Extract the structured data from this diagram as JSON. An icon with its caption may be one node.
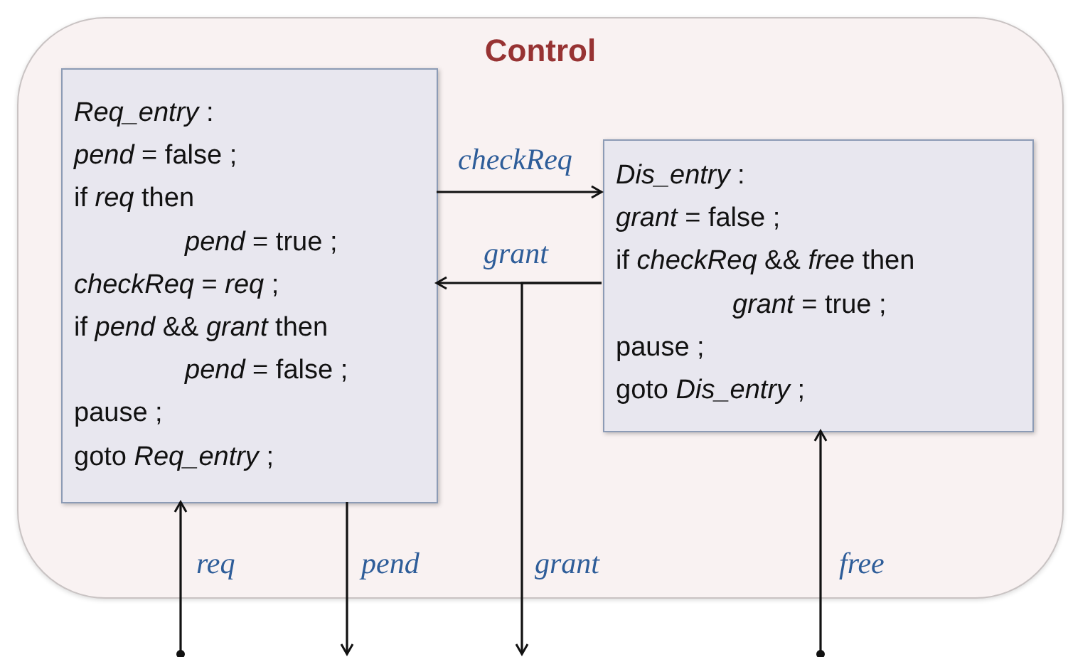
{
  "diagram": {
    "nodes": [
      {
        "text": [
          "Control"
        ]
      },
      {
        "text": [
          "*Req_entry* :",
          "*pend* = false ;",
          "if *req* then",
          "*pend* = true ;",
          "*checkReq*  = *req* ;",
          "if *pend*  && *grant*  then",
          "*pend* = false ;",
          "pause ;",
          "goto *Req_entry* ;"
        ],
        "in": 0
      },
      {
        "text": [
          "*Dis_entry* :",
          "*grant* = false ;",
          "if *checkReq*  && *free* then",
          "*grant* = true ;",
          "pause ;",
          "goto *Dis_entry* ;"
        ],
        "in": 0
      }
    ],
    "edges": [
      {
        "from": 1,
        "to": 2,
        "arrow": "to",
        "label": "checkReq"
      },
      {
        "from": 2,
        "to": 1,
        "arrow": "to",
        "label": "grant"
      },
      {
        "from": 2,
        "to": null,
        "arrow": "to",
        "label": "grant"
      },
      {
        "from": null,
        "to": 1,
        "arrow": "to",
        "label": "req"
      },
      {
        "from": 1,
        "to": null,
        "arrow": "to",
        "label": "pend"
      },
      {
        "from": null,
        "to": 2,
        "arrow": "to",
        "label": "free"
      }
    ]
  }
}
